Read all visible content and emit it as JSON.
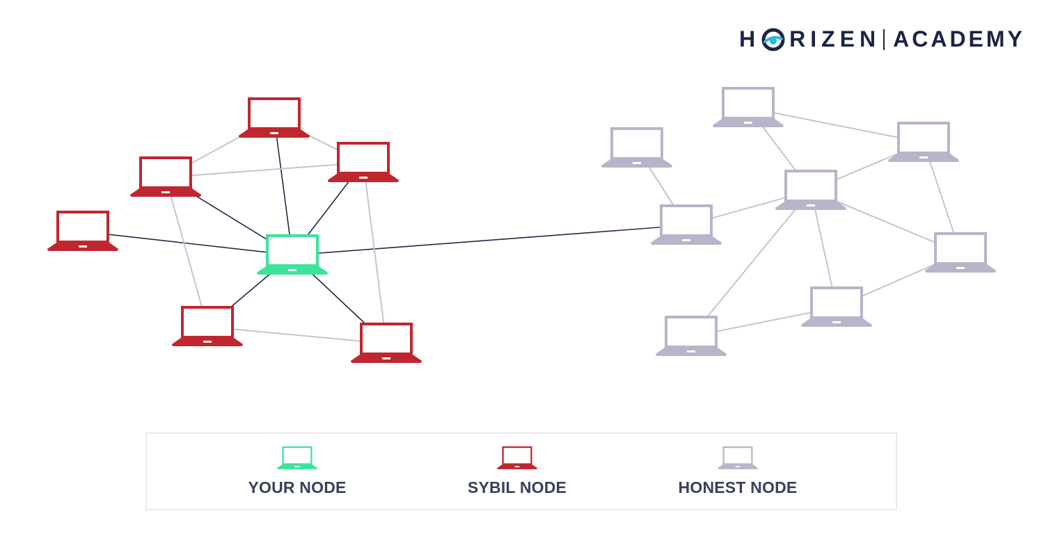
{
  "logo": {
    "first": "H",
    "rest": "RIZEN",
    "second": "ACADEMY"
  },
  "colors": {
    "your_node": "#3de39b",
    "sybil_node": "#c0262e",
    "honest_node": "#b7b5c9",
    "edge_dark": "#1e2a45",
    "edge_light": "#c5c3d3"
  },
  "legend": {
    "your_node": "YOUR NODE",
    "sybil_node": "SYBIL NODE",
    "honest_node": "HONEST NODE"
  },
  "nodes": [
    {
      "id": "you",
      "kind": "your_node"
    },
    {
      "id": "s1",
      "kind": "sybil_node"
    },
    {
      "id": "s2",
      "kind": "sybil_node"
    },
    {
      "id": "s3",
      "kind": "sybil_node"
    },
    {
      "id": "s4",
      "kind": "sybil_node"
    },
    {
      "id": "s5",
      "kind": "sybil_node"
    },
    {
      "id": "s6",
      "kind": "sybil_node"
    },
    {
      "id": "h1",
      "kind": "honest_node"
    },
    {
      "id": "h2",
      "kind": "honest_node"
    },
    {
      "id": "h3",
      "kind": "honest_node"
    },
    {
      "id": "h4",
      "kind": "honest_node"
    },
    {
      "id": "h5",
      "kind": "honest_node"
    },
    {
      "id": "h6",
      "kind": "honest_node"
    },
    {
      "id": "h7",
      "kind": "honest_node"
    },
    {
      "id": "h8",
      "kind": "honest_node"
    }
  ],
  "edges": [
    {
      "from": "you",
      "to": "s1",
      "style": "dark"
    },
    {
      "from": "you",
      "to": "s2",
      "style": "dark"
    },
    {
      "from": "you",
      "to": "s3",
      "style": "dark"
    },
    {
      "from": "you",
      "to": "s4",
      "style": "dark"
    },
    {
      "from": "you",
      "to": "s5",
      "style": "dark"
    },
    {
      "from": "you",
      "to": "s6",
      "style": "dark"
    },
    {
      "from": "you",
      "to": "h2",
      "style": "dark"
    },
    {
      "from": "s1",
      "to": "s2",
      "style": "light"
    },
    {
      "from": "s1",
      "to": "s3",
      "style": "light"
    },
    {
      "from": "s2",
      "to": "s3",
      "style": "light"
    },
    {
      "from": "s2",
      "to": "s5",
      "style": "light"
    },
    {
      "from": "s3",
      "to": "s6",
      "style": "light"
    },
    {
      "from": "s5",
      "to": "s6",
      "style": "light"
    },
    {
      "from": "h1",
      "to": "h2",
      "style": "light"
    },
    {
      "from": "h2",
      "to": "h4",
      "style": "light"
    },
    {
      "from": "h3",
      "to": "h4",
      "style": "light"
    },
    {
      "from": "h3",
      "to": "h5",
      "style": "light"
    },
    {
      "from": "h4",
      "to": "h5",
      "style": "light"
    },
    {
      "from": "h4",
      "to": "h6",
      "style": "light"
    },
    {
      "from": "h4",
      "to": "h7",
      "style": "light"
    },
    {
      "from": "h4",
      "to": "h8",
      "style": "light"
    },
    {
      "from": "h5",
      "to": "h6",
      "style": "light"
    },
    {
      "from": "h6",
      "to": "h7",
      "style": "light"
    },
    {
      "from": "h7",
      "to": "h8",
      "style": "light"
    }
  ]
}
